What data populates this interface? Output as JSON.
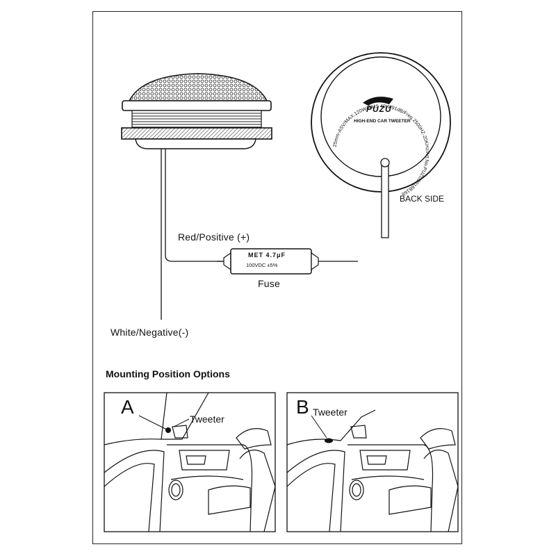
{
  "wiring": {
    "positive_label": "Red/Positive (+)",
    "negative_label": "White/Negative(-)",
    "fuse_label": "Fuse",
    "capacitor_value": "MET 4.7μF",
    "capacitor_rating": "100VDC ±5%"
  },
  "back_side": {
    "label": "BACK SIDE",
    "brand": "PUZU",
    "product": "HIGH-END CAR TWEETER",
    "ring_text": "25mm-ASV/MAX.120W/RMS 40W/91dB/Freq.2500HZ-20KHz/Art.No.PUZU2018B168"
  },
  "mounting": {
    "title": "Mounting Position Options",
    "option_a_letter": "A",
    "option_a_label": "Tweeter",
    "option_b_letter": "B",
    "option_b_label": "Tweeter"
  }
}
